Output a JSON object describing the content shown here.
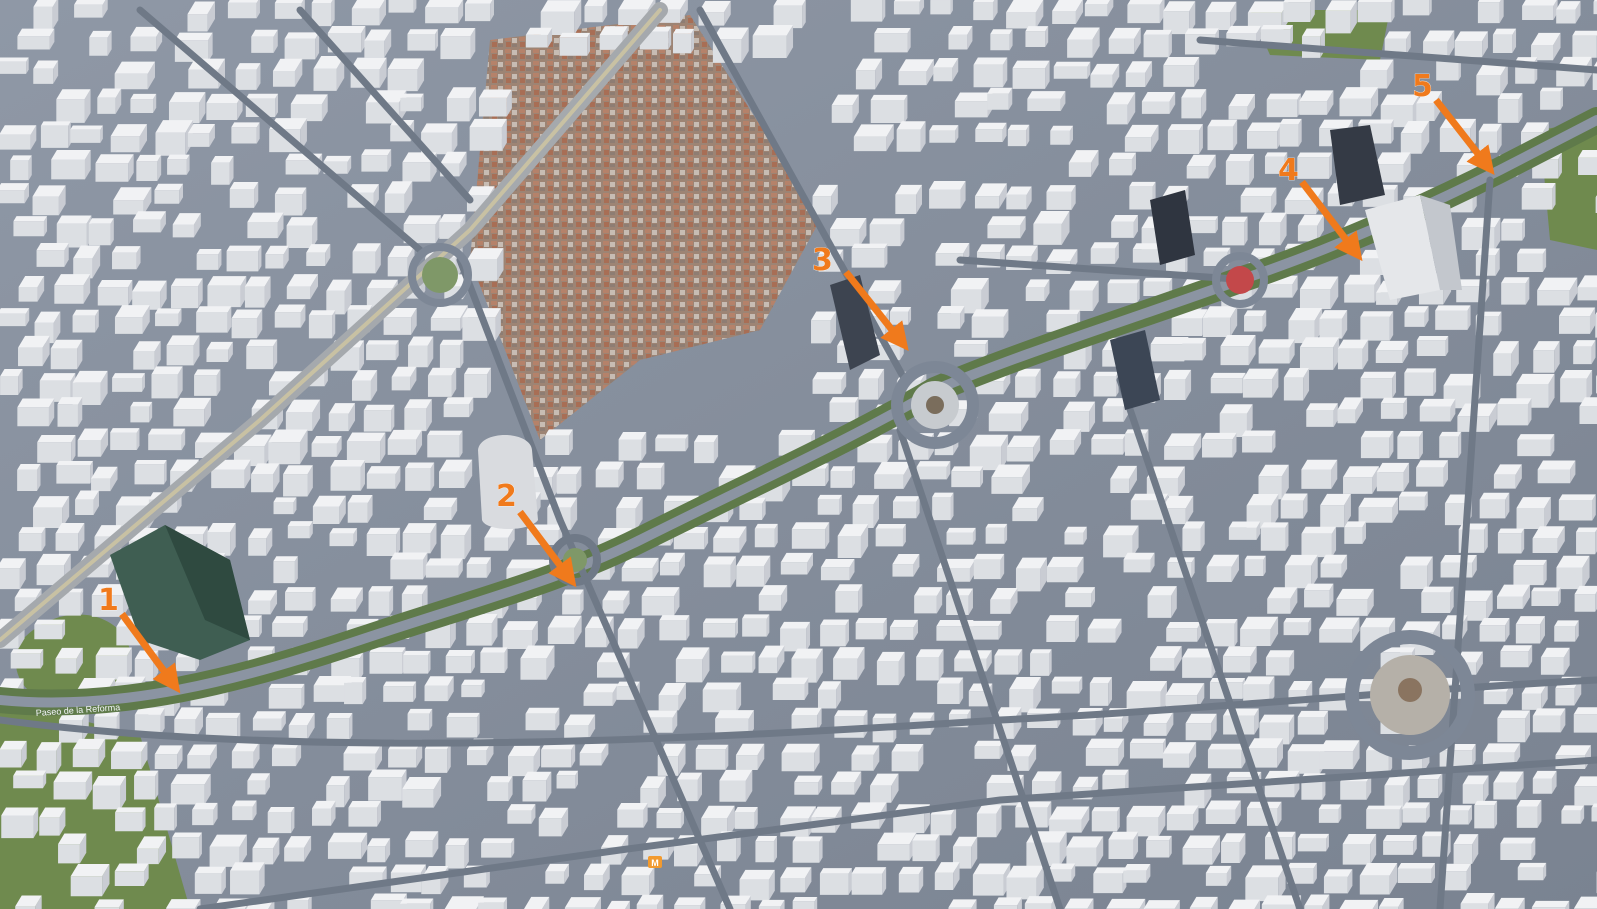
{
  "annotations": [
    {
      "label": "1"
    },
    {
      "label": "2"
    },
    {
      "label": "3"
    },
    {
      "label": "4"
    },
    {
      "label": "5"
    }
  ],
  "streets": {
    "reforma": "Paseo de la Reforma"
  },
  "metro_badge": "M",
  "colors": {
    "arrow": "#f07a1c",
    "building": "#f1f2f4",
    "building_shadow": "#c9ccd3",
    "road": "#7d8796",
    "park": "#6f8a4e",
    "roof_tile": "#b07a5e"
  }
}
